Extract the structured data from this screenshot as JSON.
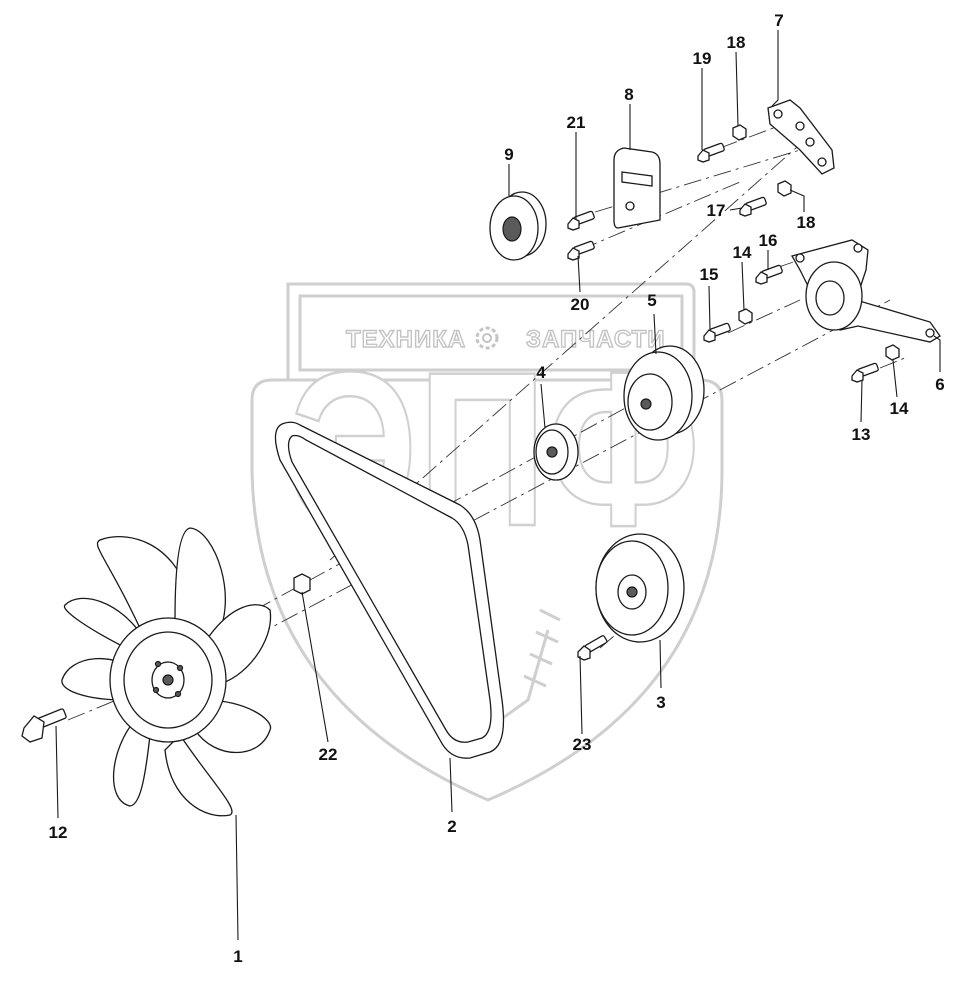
{
  "watermark": {
    "left_text": "ТЕХНИКА",
    "right_text": "ЗАПЧАСТИ",
    "logo_letters": "ЭПФ"
  },
  "callouts": [
    {
      "id": "c1",
      "label": "1"
    },
    {
      "id": "c2",
      "label": "2"
    },
    {
      "id": "c3",
      "label": "3"
    },
    {
      "id": "c4",
      "label": "4"
    },
    {
      "id": "c5",
      "label": "5"
    },
    {
      "id": "c6",
      "label": "6"
    },
    {
      "id": "c7",
      "label": "7"
    },
    {
      "id": "c8",
      "label": "8"
    },
    {
      "id": "c9",
      "label": "9"
    },
    {
      "id": "c12",
      "label": "12"
    },
    {
      "id": "c13",
      "label": "13"
    },
    {
      "id": "c14a",
      "label": "14"
    },
    {
      "id": "c14b",
      "label": "14"
    },
    {
      "id": "c15",
      "label": "15"
    },
    {
      "id": "c16",
      "label": "16"
    },
    {
      "id": "c17",
      "label": "17"
    },
    {
      "id": "c18a",
      "label": "18"
    },
    {
      "id": "c18b",
      "label": "18"
    },
    {
      "id": "c19",
      "label": "19"
    },
    {
      "id": "c20",
      "label": "20"
    },
    {
      "id": "c21",
      "label": "21"
    },
    {
      "id": "c22",
      "label": "22"
    },
    {
      "id": "c23",
      "label": "23"
    }
  ]
}
